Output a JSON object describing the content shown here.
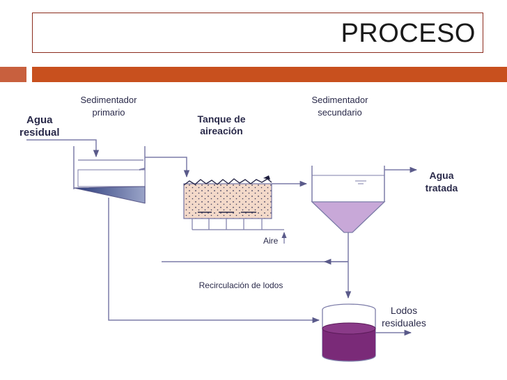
{
  "slide": {
    "title": "PROCESO"
  },
  "diagram": {
    "agua_residual": [
      "Agua",
      "residual"
    ],
    "sedimentador_primario": [
      "Sedimentador",
      "primario"
    ],
    "tanque_aireacion": [
      "Tanque de",
      "aireación"
    ],
    "sedimentador_secundario": [
      "Sedimentador",
      "secundario"
    ],
    "agua_tratada": [
      "Agua",
      "tratada"
    ],
    "aire": "Aire",
    "recirculacion": "Recirculación de lodos",
    "lodos_residuales": [
      "Lodos",
      "residuales"
    ]
  },
  "colors": {
    "accent_bar": "#c8501e",
    "title_border": "#8b2a1c",
    "line": "#7c7ca8",
    "tank_fill": "#f3d9c9",
    "settler_fill": "#c8a8d8",
    "sludge_fill": "#7a2a78"
  }
}
